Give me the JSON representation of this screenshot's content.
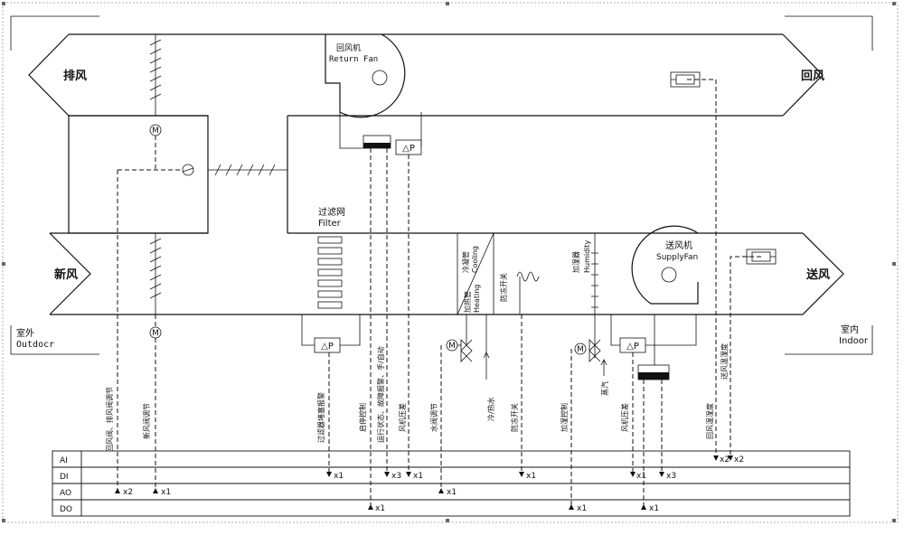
{
  "zones": {
    "exhaust": "排风",
    "return_air": "回风",
    "fresh_air": "新风",
    "supply_air": "送风",
    "outdoor_cn": "室外",
    "outdoor_en": "Outdocr",
    "indoor_cn": "室内",
    "indoor_en": "Indoor"
  },
  "components": {
    "return_fan_cn": "回风机",
    "return_fan_en": "Return Fan",
    "supply_fan_cn": "送风机",
    "supply_fan_en": "SupplyFan",
    "filter_cn": "过滤网",
    "filter_en": "Filter",
    "cooling_cn": "冷凝管",
    "cooling_en": "Cooling",
    "heating_cn": "加热管",
    "heating_en": "Heating",
    "antifreeze": "防冻开关",
    "humidifier_cn": "加湿器",
    "humidifier_en": "Humidity",
    "dp": "△P",
    "motor": "M"
  },
  "signals": [
    {
      "id": "return-damper",
      "label": "回风阀、排风阀调节"
    },
    {
      "id": "fresh-damper",
      "label": "新风阀调节"
    },
    {
      "id": "filter-alarm",
      "label": "过滤器堵塞报警"
    },
    {
      "id": "start-stop",
      "label": "启停控制"
    },
    {
      "id": "fan-status",
      "label": "运行状态、故障报警、手/自动"
    },
    {
      "id": "fan-dp",
      "label": "风机压差"
    },
    {
      "id": "water-valve",
      "label": "水阀调节"
    },
    {
      "id": "chilled-hot-water",
      "label": "冷/热水"
    },
    {
      "id": "antifreeze-sw",
      "label": "防冻开关"
    },
    {
      "id": "humid-ctrl",
      "label": "加湿控制"
    },
    {
      "id": "steam",
      "label": "蒸汽"
    },
    {
      "id": "supply-dp",
      "label": "风机压差"
    },
    {
      "id": "return-th",
      "label": "回风温湿度"
    },
    {
      "id": "supply-th",
      "label": "送风温湿度"
    }
  ],
  "bus": {
    "rows": [
      "AI",
      "DI",
      "AO",
      "DO"
    ],
    "counts": {
      "ai_a": "x2",
      "ai_b": "x2",
      "di_filter": "x1",
      "di_status": "x3",
      "di_dp": "x1",
      "di_anti": "x1",
      "di_sdp": "x1",
      "di_x3b": "x3",
      "ao_damper": "x2",
      "ao_fresh": "x1",
      "ao_valve": "x1",
      "do_start": "x1",
      "do_humid": "x1",
      "do_x1b": "x1"
    }
  }
}
